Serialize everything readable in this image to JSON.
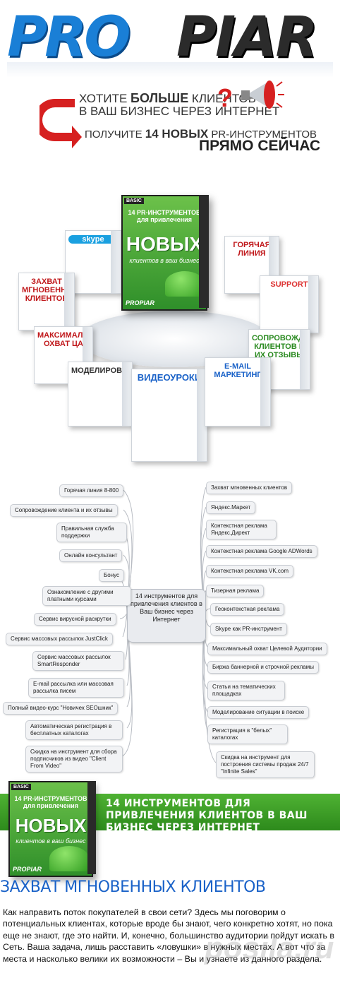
{
  "logo": {
    "part1": "PRO",
    "part2": "PIAR"
  },
  "promo": {
    "line1_pre": "ХОТИТЕ ",
    "line1_bold": "БОЛЬШЕ",
    "line1_post": " КЛИЕНТОВ",
    "line2": "В ВАШ БИЗНЕС ЧЕРЕЗ ИНТЕРНЕТ",
    "qmark": "?",
    "line3_pre": "ПОЛУЧИТЕ ",
    "line3_bold": "14 НОВЫХ",
    "line3_post": " PR-ИНСТРУМЕНТОВ",
    "line4": "ПРЯМО СЕЙЧАС"
  },
  "colors": {
    "accent": "#1a62c8",
    "green": "#3c9e27",
    "red": "#d62020"
  },
  "product": {
    "dvd_badge": "BASIC",
    "dvd_title": "14 PR-ИНСТРУМЕНТОВ для привлечения",
    "dvd_big": "НОВЫХ",
    "dvd_sub": "клиентов в ваш бизнес",
    "dvd_logo": "PROPIAR",
    "boxes": [
      "skype",
      "ГОРЯЧАЯ ЛИНИЯ",
      "ЗАХВАТ МГНОВЕННЫХ КЛИЕНТОВ",
      "SUPPORT",
      "МАКСИМАЛЬНЫЙ ОХВАТ ЦА",
      "СОПРОВОЖДЕНИЕ КЛИЕНТОВ И ИХ ОТЗЫВЫ",
      "МОДЕЛИРОВАНИЕ",
      "ВИДЕОУРОКИ",
      "E-MAIL МАРКЕТИНГ"
    ]
  },
  "mindmap": {
    "center": "14 инструментов для привлечения клиентов в Ваш бизнес через Интернет",
    "left": [
      "Горячая линия 8-800",
      "Сопровождение клиента и их отзывы",
      "Правильная служба поддержки",
      "Онлайн консультант",
      "Бонус",
      "Ознакомление с другими платными курсами",
      "Сервис вирусной раскрутки",
      "Сервис массовых рассылок JustClick",
      "Сервис массовых рассылок SmartResponder",
      "E-mail рассылка или массовая рассылка писем",
      "Полный видео-курс \"Новичек SEOшник\"",
      "Автоматическая регистрация в бесплатных каталогах",
      "Скидка на инструмент для сбора подписчиков из видео \"Client From Video\""
    ],
    "right": [
      "Захват мгновенных клиентов",
      "Яндекс.Маркет",
      "Контекстная реклама Яндекс.Директ",
      "Контекстная реклама Google ADWords",
      "Контекстная реклама VK.com",
      "Тизерная реклама",
      "Геоконтекстная реклама",
      "Skype как PR-инструмент",
      "Максимальный охват Целевой Аудитории",
      "Биржа баннерной и строчной рекламы",
      "Статьи на тематических площадках",
      "Моделирование ситуации в поиске",
      "Регистрация в \"белых\" каталогах",
      "Скидка на инструмент для построения системы продаж 24/7 \"Infinite Sales\""
    ]
  },
  "banner": {
    "text": "14 ИНСТРУМЕНТОВ ДЛЯ ПРИВЛЕЧЕНИЯ КЛИЕНТОВ В ВАШ БИЗНЕС ЧЕРЕЗ ИНТЕРНЕТ"
  },
  "section": {
    "title": "ЗАХВАТ МГНОВЕННЫХ КЛИЕНТОВ",
    "body": "Как направить поток покупателей в свои сети? Здесь мы поговорим о потенциальных клиентах, которые вроде бы знают, чего конкретно хотят, но пока еще не знают, где это найти. И, конечно, большинство аудитории пойдут искать в Сеть. Ваша задача, лишь расставить «ловушки» в нужных местах. А вот что за места и насколько велики их возможности – Вы и узнаете из данного раздела."
  },
  "watermark": "posila.ru"
}
